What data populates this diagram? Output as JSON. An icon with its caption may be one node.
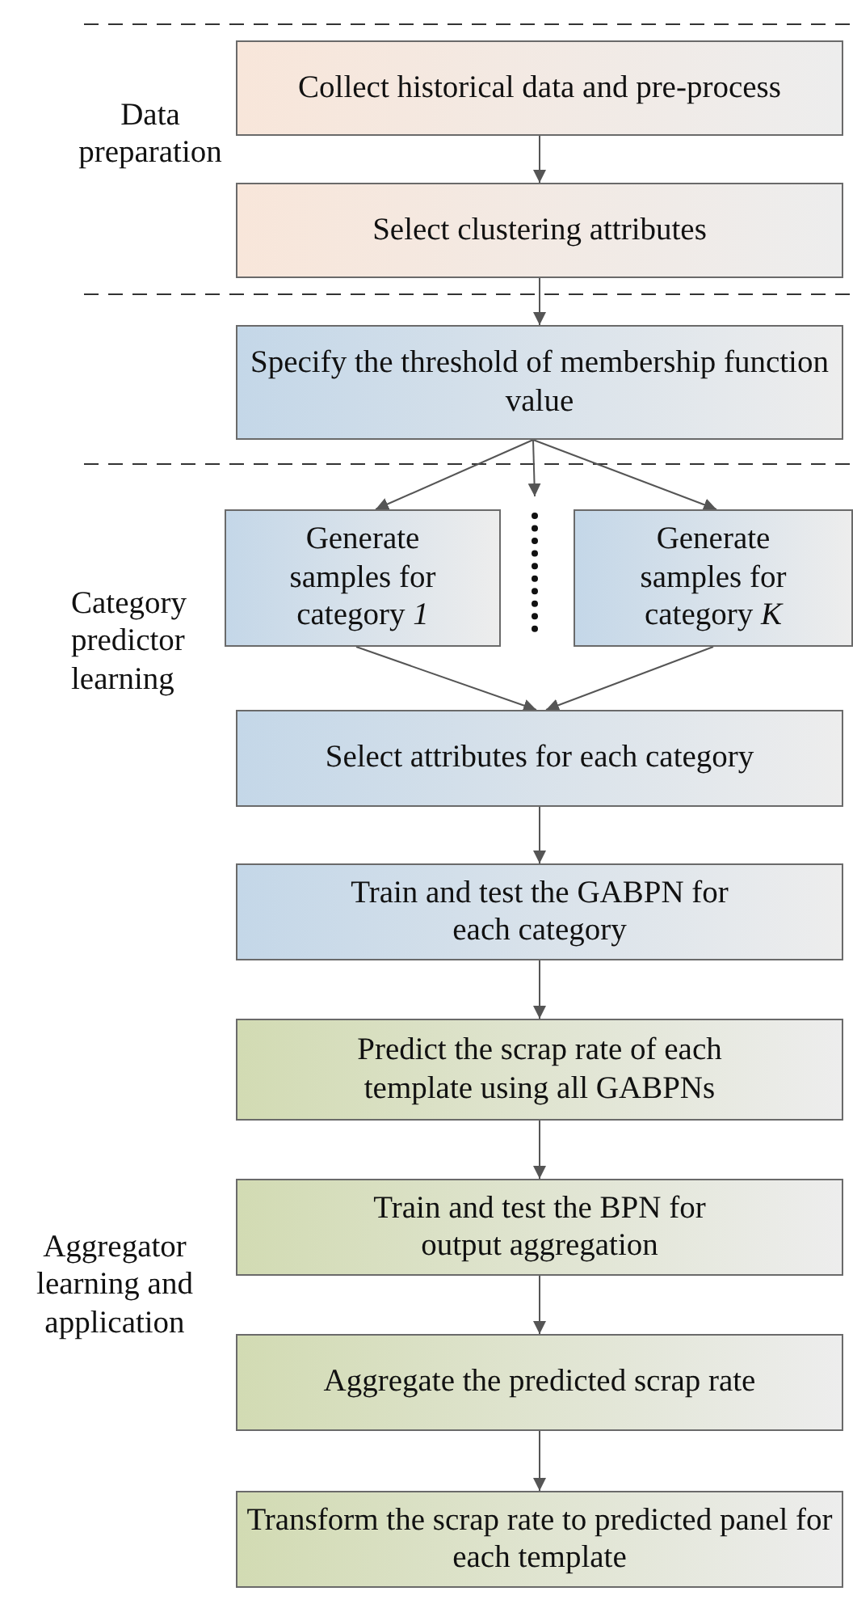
{
  "diagram": {
    "nodes": [
      {
        "text": [
          "Collect historical data and pre-process"
        ]
      },
      {
        "text": [
          "Select clustering attributes"
        ]
      },
      {
        "text": [
          "Specify the threshold of membership function value"
        ]
      },
      {
        "text": [
          "Generate samples for category *1*"
        ]
      },
      {
        "text": [],
        "shape": "ellipsis"
      },
      {
        "text": [
          "Generate samples for category *K*"
        ]
      },
      {
        "text": [
          "Select attributes for each category"
        ]
      },
      {
        "text": [
          "Train and test the GABPN for each category"
        ]
      },
      {
        "text": [
          "Predict the scrap rate of each template using all GABPNs"
        ]
      },
      {
        "text": [
          "Train and test the BPN for output aggregation"
        ]
      },
      {
        "text": [
          "Aggregate the predicted scrap rate"
        ]
      },
      {
        "text": [
          "Transform the scrap rate to predicted panel for each template"
        ]
      }
    ],
    "edges": [
      {
        "from": 0,
        "to": 1,
        "arrow": "to"
      },
      {
        "from": 1,
        "to": 2,
        "arrow": "to"
      },
      {
        "from": 2,
        "to": 3,
        "arrow": "to"
      },
      {
        "from": 2,
        "to": 4,
        "arrow": "to"
      },
      {
        "from": 2,
        "to": 5,
        "arrow": "to"
      },
      {
        "from": 3,
        "to": 6,
        "arrow": "to"
      },
      {
        "from": 5,
        "to": 6,
        "arrow": "to"
      },
      {
        "from": 6,
        "to": 7,
        "arrow": "to"
      },
      {
        "from": 7,
        "to": 8,
        "arrow": "to"
      },
      {
        "from": 8,
        "to": 9,
        "arrow": "to"
      },
      {
        "from": 9,
        "to": 10,
        "arrow": "to"
      },
      {
        "from": 10,
        "to": 11,
        "arrow": "to"
      }
    ],
    "labels": [
      "Data preparation",
      "Category predictor learning",
      "Aggregator learning and application"
    ]
  }
}
